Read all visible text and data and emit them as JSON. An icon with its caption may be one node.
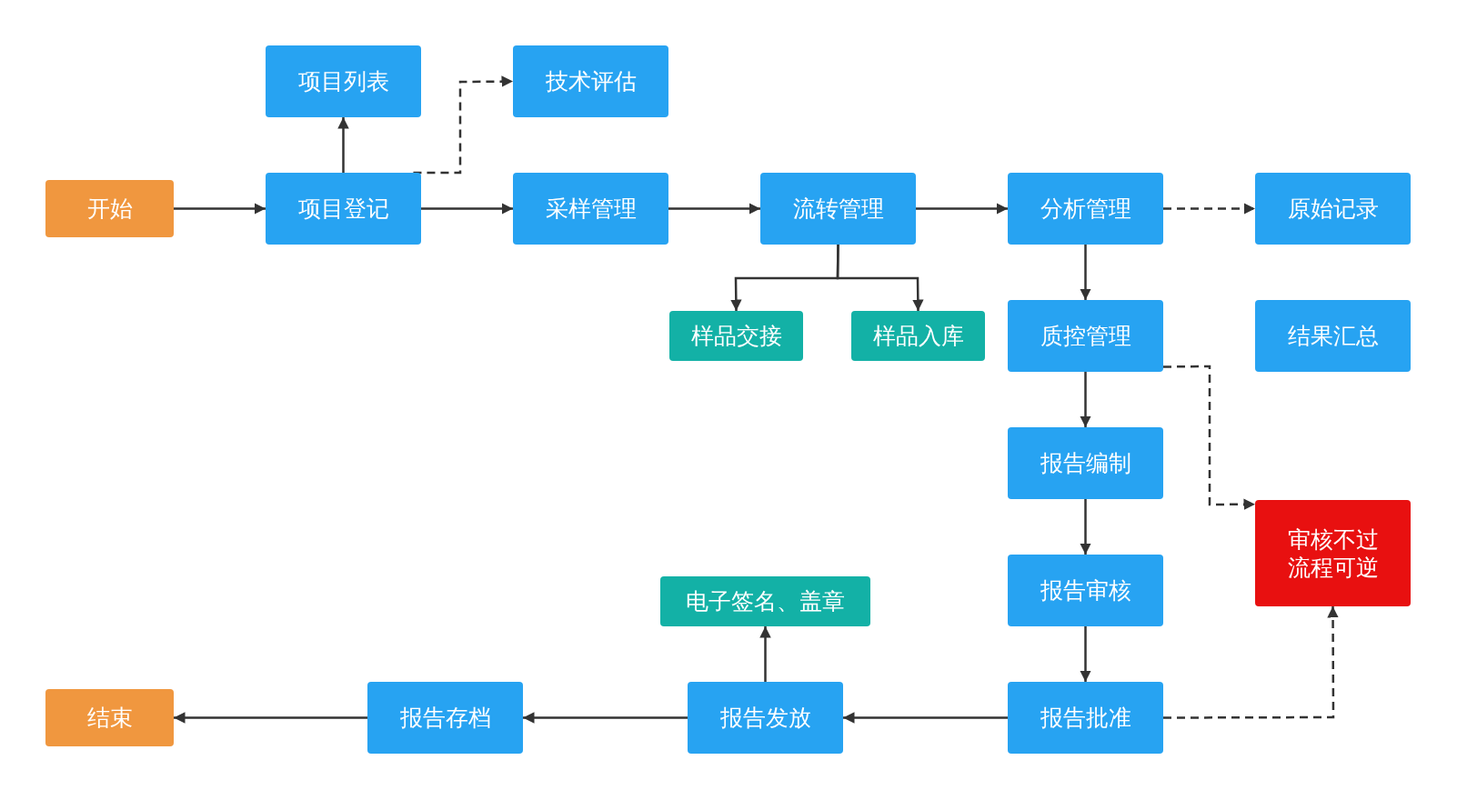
{
  "diagram": {
    "nodes": [
      {
        "text": [
          "开始"
        ]
      },
      {
        "text": [
          "项目列表"
        ]
      },
      {
        "text": [
          "技术评估"
        ]
      },
      {
        "text": [
          "项目登记"
        ]
      },
      {
        "text": [
          "采样管理"
        ]
      },
      {
        "text": [
          "流转管理"
        ]
      },
      {
        "text": [
          "分析管理"
        ]
      },
      {
        "text": [
          "原始记录"
        ]
      },
      {
        "text": [
          "样品交接"
        ]
      },
      {
        "text": [
          "样品入库"
        ]
      },
      {
        "text": [
          "质控管理"
        ]
      },
      {
        "text": [
          "结果汇总"
        ]
      },
      {
        "text": [
          "报告编制"
        ]
      },
      {
        "text": [
          "审核不过流程可逆"
        ]
      },
      {
        "text": [
          "电子签名、盖章"
        ]
      },
      {
        "text": [
          "报告审核"
        ]
      },
      {
        "text": [
          "结束"
        ]
      },
      {
        "text": [
          "报告存档"
        ]
      },
      {
        "text": [
          "报告发放"
        ]
      },
      {
        "text": [
          "报告批准"
        ]
      }
    ],
    "edges": [
      {
        "from": 0,
        "to": 3,
        "arrow": "to"
      },
      {
        "from": 3,
        "to": 1,
        "arrow": "to"
      },
      {
        "from": 3,
        "to": 2,
        "arrow": "to",
        "style": "dashed"
      },
      {
        "from": 3,
        "to": 4,
        "arrow": "to"
      },
      {
        "from": 4,
        "to": 5,
        "arrow": "to"
      },
      {
        "from": 5,
        "to": 6,
        "arrow": "to"
      },
      {
        "from": 6,
        "to": 7,
        "arrow": "to",
        "style": "dashed"
      },
      {
        "from": 5,
        "to": 8,
        "arrow": "to"
      },
      {
        "from": 5,
        "to": 9,
        "arrow": "to"
      },
      {
        "from": 6,
        "to": 10,
        "arrow": "to"
      },
      {
        "from": 10,
        "to": 12,
        "arrow": "to"
      },
      {
        "from": 10,
        "to": 13,
        "arrow": "to",
        "style": "dashed"
      },
      {
        "from": 12,
        "to": 15,
        "arrow": "to"
      },
      {
        "from": 15,
        "to": 19,
        "arrow": "to"
      },
      {
        "from": 19,
        "to": 18,
        "arrow": "to"
      },
      {
        "from": 18,
        "to": 14,
        "arrow": "to"
      },
      {
        "from": 18,
        "to": 17,
        "arrow": "to"
      },
      {
        "from": 17,
        "to": 16,
        "arrow": "to"
      },
      {
        "from": 19,
        "to": 13,
        "arrow": "to",
        "style": "dashed"
      }
    ]
  }
}
